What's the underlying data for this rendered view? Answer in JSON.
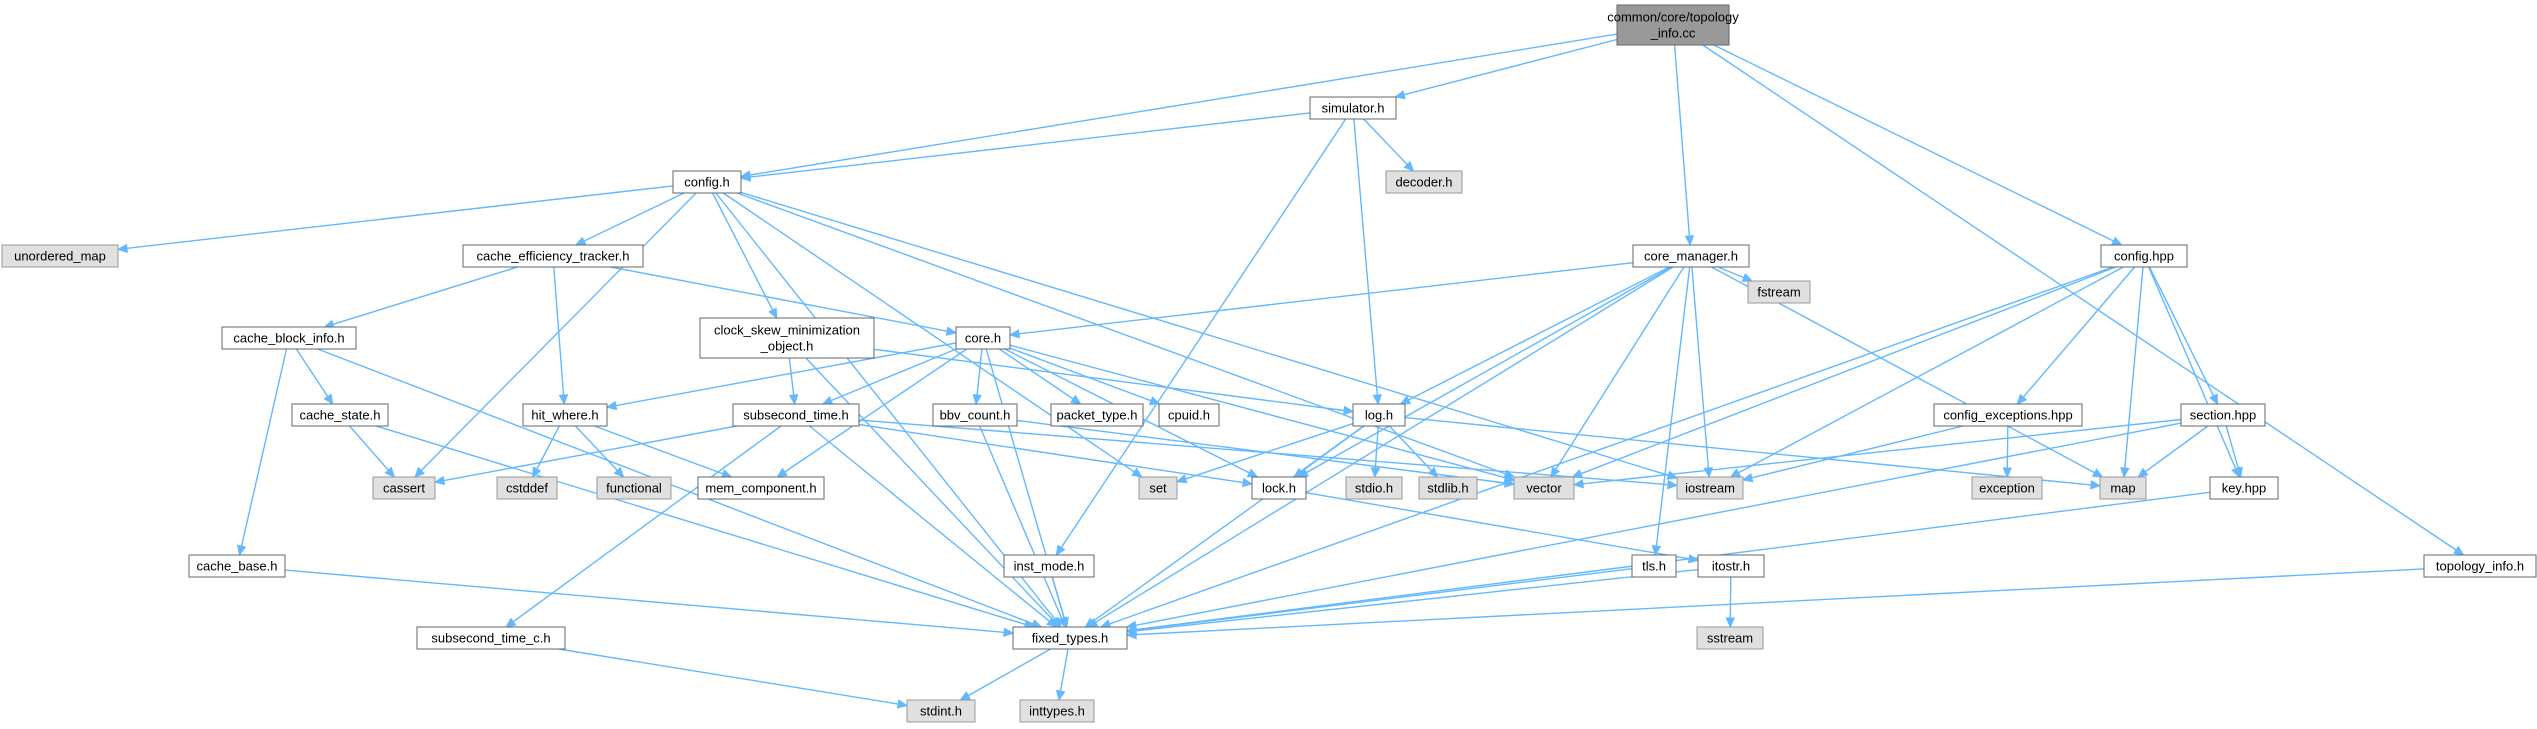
{
  "colors": {
    "edge": "#63b8ff",
    "root_fill": "#999999",
    "file_fill": "#ffffff",
    "system_fill": "#e0e0e0",
    "file_border": "#666666",
    "system_border": "#999999"
  },
  "nodes": [
    {
      "id": "root",
      "lines": [
        "common/core/topology",
        "_info.cc"
      ],
      "kind": "root"
    },
    {
      "id": "simulator",
      "lines": [
        "simulator.h"
      ],
      "kind": "file"
    },
    {
      "id": "config_h",
      "lines": [
        "config.h"
      ],
      "kind": "file"
    },
    {
      "id": "decoder",
      "lines": [
        "decoder.h"
      ],
      "kind": "system"
    },
    {
      "id": "unordered_map",
      "lines": [
        "unordered_map"
      ],
      "kind": "system"
    },
    {
      "id": "cache_eff",
      "lines": [
        "cache_efficiency_tracker.h"
      ],
      "kind": "file"
    },
    {
      "id": "core_manager",
      "lines": [
        "core_manager.h"
      ],
      "kind": "file"
    },
    {
      "id": "fstream",
      "lines": [
        "fstream"
      ],
      "kind": "system"
    },
    {
      "id": "config_hpp",
      "lines": [
        "config.hpp"
      ],
      "kind": "file"
    },
    {
      "id": "cache_block",
      "lines": [
        "cache_block_info.h"
      ],
      "kind": "file"
    },
    {
      "id": "clock_skew",
      "lines": [
        "clock_skew_minimization",
        "_object.h"
      ],
      "kind": "file"
    },
    {
      "id": "core_h",
      "lines": [
        "core.h"
      ],
      "kind": "file"
    },
    {
      "id": "cache_state",
      "lines": [
        "cache_state.h"
      ],
      "kind": "file"
    },
    {
      "id": "hit_where",
      "lines": [
        "hit_where.h"
      ],
      "kind": "file"
    },
    {
      "id": "subsecond_time",
      "lines": [
        "subsecond_time.h"
      ],
      "kind": "file"
    },
    {
      "id": "bbv_count",
      "lines": [
        "bbv_count.h"
      ],
      "kind": "file"
    },
    {
      "id": "packet_type",
      "lines": [
        "packet_type.h"
      ],
      "kind": "file"
    },
    {
      "id": "cpuid",
      "lines": [
        "cpuid.h"
      ],
      "kind": "file"
    },
    {
      "id": "log_h",
      "lines": [
        "log.h"
      ],
      "kind": "file"
    },
    {
      "id": "config_exc",
      "lines": [
        "config_exceptions.hpp"
      ],
      "kind": "file"
    },
    {
      "id": "section",
      "lines": [
        "section.hpp"
      ],
      "kind": "file"
    },
    {
      "id": "cassert",
      "lines": [
        "cassert"
      ],
      "kind": "system"
    },
    {
      "id": "cstddef",
      "lines": [
        "cstddef"
      ],
      "kind": "system"
    },
    {
      "id": "functional",
      "lines": [
        "functional"
      ],
      "kind": "system"
    },
    {
      "id": "mem_component",
      "lines": [
        "mem_component.h"
      ],
      "kind": "file"
    },
    {
      "id": "set",
      "lines": [
        "set"
      ],
      "kind": "system"
    },
    {
      "id": "lock_h",
      "lines": [
        "lock.h"
      ],
      "kind": "file"
    },
    {
      "id": "stdio",
      "lines": [
        "stdio.h"
      ],
      "kind": "system"
    },
    {
      "id": "stdlib",
      "lines": [
        "stdlib.h"
      ],
      "kind": "system"
    },
    {
      "id": "vector",
      "lines": [
        "vector"
      ],
      "kind": "system"
    },
    {
      "id": "iostream",
      "lines": [
        "iostream"
      ],
      "kind": "system"
    },
    {
      "id": "exception",
      "lines": [
        "exception"
      ],
      "kind": "system"
    },
    {
      "id": "map",
      "lines": [
        "map"
      ],
      "kind": "system"
    },
    {
      "id": "key_hpp",
      "lines": [
        "key.hpp"
      ],
      "kind": "file"
    },
    {
      "id": "cache_base",
      "lines": [
        "cache_base.h"
      ],
      "kind": "file"
    },
    {
      "id": "inst_mode",
      "lines": [
        "inst_mode.h"
      ],
      "kind": "file"
    },
    {
      "id": "tls",
      "lines": [
        "tls.h"
      ],
      "kind": "file"
    },
    {
      "id": "itostr",
      "lines": [
        "itostr.h"
      ],
      "kind": "file"
    },
    {
      "id": "topology_info_h",
      "lines": [
        "topology_info.h"
      ],
      "kind": "file"
    },
    {
      "id": "sstream",
      "lines": [
        "sstream"
      ],
      "kind": "system"
    },
    {
      "id": "subsecond_time_c",
      "lines": [
        "subsecond_time_c.h"
      ],
      "kind": "file"
    },
    {
      "id": "fixed_types",
      "lines": [
        "fixed_types.h"
      ],
      "kind": "file"
    },
    {
      "id": "stdint",
      "lines": [
        "stdint.h"
      ],
      "kind": "system"
    },
    {
      "id": "inttypes",
      "lines": [
        "inttypes.h"
      ],
      "kind": "system"
    }
  ],
  "edges": [
    [
      "root",
      "simulator"
    ],
    [
      "root",
      "config_h"
    ],
    [
      "root",
      "core_manager"
    ],
    [
      "root",
      "config_hpp"
    ],
    [
      "root",
      "topology_info_h"
    ],
    [
      "simulator",
      "config_h"
    ],
    [
      "simulator",
      "decoder"
    ],
    [
      "simulator",
      "log_h"
    ],
    [
      "simulator",
      "inst_mode"
    ],
    [
      "config_h",
      "unordered_map"
    ],
    [
      "config_h",
      "cache_eff"
    ],
    [
      "config_h",
      "clock_skew"
    ],
    [
      "config_h",
      "cassert"
    ],
    [
      "config_h",
      "set"
    ],
    [
      "config_h",
      "vector"
    ],
    [
      "config_h",
      "iostream"
    ],
    [
      "config_h",
      "fixed_types"
    ],
    [
      "cache_eff",
      "cache_block"
    ],
    [
      "cache_eff",
      "core_h"
    ],
    [
      "cache_eff",
      "hit_where"
    ],
    [
      "cache_block",
      "cache_state"
    ],
    [
      "cache_block",
      "cache_base"
    ],
    [
      "cache_block",
      "fixed_types"
    ],
    [
      "cache_state",
      "cassert"
    ],
    [
      "cache_state",
      "fixed_types"
    ],
    [
      "cache_base",
      "fixed_types"
    ],
    [
      "clock_skew",
      "subsecond_time"
    ],
    [
      "clock_skew",
      "log_h"
    ],
    [
      "clock_skew",
      "fixed_types"
    ],
    [
      "core_manager",
      "core_h"
    ],
    [
      "core_manager",
      "fstream"
    ],
    [
      "core_manager",
      "log_h"
    ],
    [
      "core_manager",
      "lock_h"
    ],
    [
      "core_manager",
      "vector"
    ],
    [
      "core_manager",
      "iostream"
    ],
    [
      "core_manager",
      "map"
    ],
    [
      "core_manager",
      "tls"
    ],
    [
      "core_manager",
      "fixed_types"
    ],
    [
      "core_h",
      "hit_where"
    ],
    [
      "core_h",
      "subsecond_time"
    ],
    [
      "core_h",
      "bbv_count"
    ],
    [
      "core_h",
      "packet_type"
    ],
    [
      "core_h",
      "cpuid"
    ],
    [
      "core_h",
      "lock_h"
    ],
    [
      "core_h",
      "vector"
    ],
    [
      "core_h",
      "mem_component"
    ],
    [
      "core_h",
      "fixed_types"
    ],
    [
      "hit_where",
      "cstddef"
    ],
    [
      "hit_where",
      "functional"
    ],
    [
      "hit_where",
      "mem_component"
    ],
    [
      "subsecond_time",
      "cassert"
    ],
    [
      "subsecond_time",
      "lock_h"
    ],
    [
      "subsecond_time",
      "iostream"
    ],
    [
      "subsecond_time",
      "subsecond_time_c"
    ],
    [
      "subsecond_time",
      "fixed_types"
    ],
    [
      "bbv_count",
      "vector"
    ],
    [
      "bbv_count",
      "fixed_types"
    ],
    [
      "log_h",
      "set"
    ],
    [
      "log_h",
      "lock_h"
    ],
    [
      "log_h",
      "stdio"
    ],
    [
      "log_h",
      "stdlib"
    ],
    [
      "log_h",
      "map"
    ],
    [
      "log_h",
      "fixed_types"
    ],
    [
      "lock_h",
      "itostr"
    ],
    [
      "itostr",
      "sstream"
    ],
    [
      "itostr",
      "fixed_types"
    ],
    [
      "tls",
      "fixed_types"
    ],
    [
      "inst_mode",
      "fixed_types"
    ],
    [
      "config_hpp",
      "config_exc"
    ],
    [
      "config_hpp",
      "section"
    ],
    [
      "config_hpp",
      "vector"
    ],
    [
      "config_hpp",
      "iostream"
    ],
    [
      "config_hpp",
      "map"
    ],
    [
      "config_hpp",
      "key_hpp"
    ],
    [
      "config_hpp",
      "fixed_types"
    ],
    [
      "config_exc",
      "exception"
    ],
    [
      "config_exc",
      "iostream"
    ],
    [
      "section",
      "key_hpp"
    ],
    [
      "section",
      "map"
    ],
    [
      "section",
      "vector"
    ],
    [
      "section",
      "fixed_types"
    ],
    [
      "key_hpp",
      "fixed_types"
    ],
    [
      "topology_info_h",
      "fixed_types"
    ],
    [
      "subsecond_time_c",
      "stdint"
    ],
    [
      "fixed_types",
      "stdint"
    ],
    [
      "fixed_types",
      "inttypes"
    ]
  ]
}
